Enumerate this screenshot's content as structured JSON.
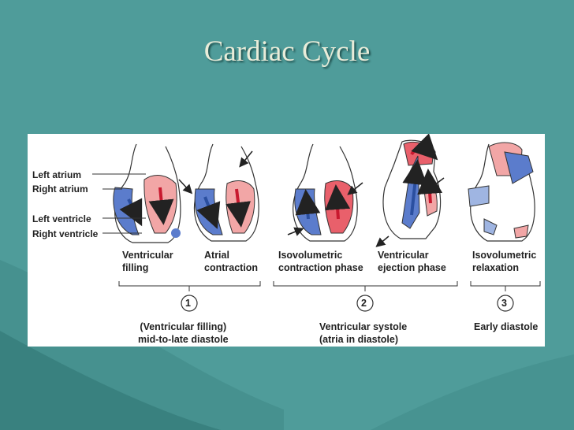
{
  "slide": {
    "title": "Cardiac Cycle"
  },
  "diagram": {
    "structure_labels": [
      "Left atrium",
      "Right atrium",
      "Left ventricle",
      "Right ventricle"
    ],
    "phase_labels": [
      [
        "Ventricular",
        "filling"
      ],
      [
        "Atrial",
        "contraction"
      ],
      [
        "Isovolumetric",
        "contraction phase"
      ],
      [
        "Ventricular",
        "ejection phase"
      ],
      [
        "Isovolumetric",
        "relaxation"
      ]
    ],
    "stages": [
      {
        "number": "1",
        "caption": [
          "(Ventricular filling)",
          "mid-to-late diastole"
        ]
      },
      {
        "number": "2",
        "caption": [
          "Ventricular systole",
          "(atria in diastole)"
        ]
      },
      {
        "number": "3",
        "caption": [
          "Early diastole"
        ]
      }
    ],
    "colors": {
      "oxygenated": "#e94f5e",
      "deoxygenated": "#4f6fc0",
      "pale_red": "#f4b3b3",
      "pale_blue": "#9fb5e2"
    }
  }
}
